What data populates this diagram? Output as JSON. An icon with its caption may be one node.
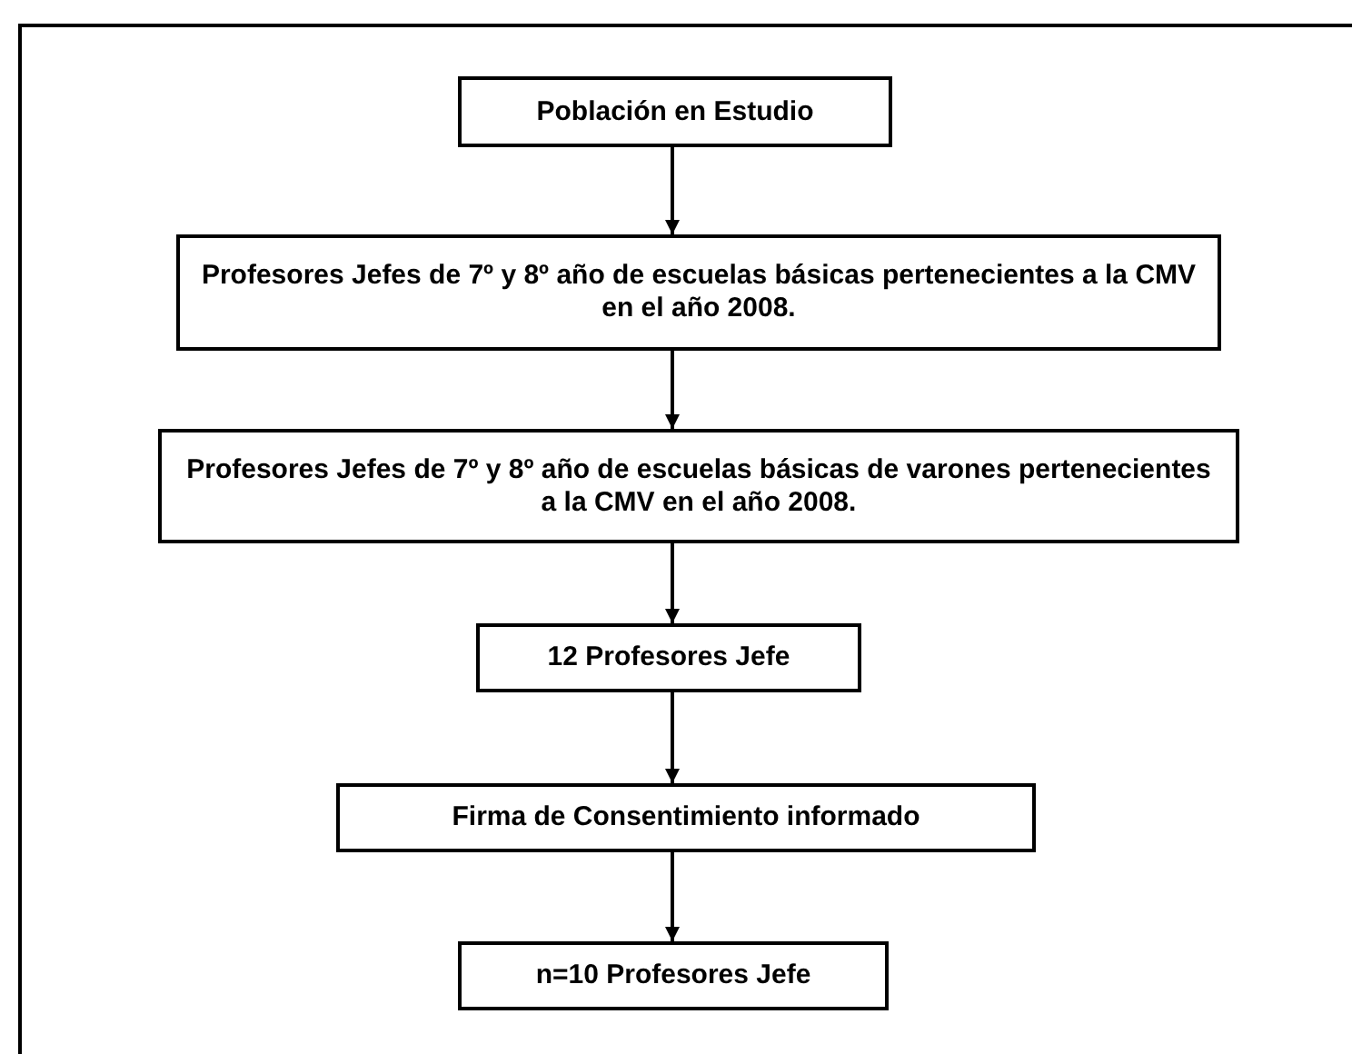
{
  "diagram": {
    "nodes": [
      {
        "text": [
          "Población en Estudio"
        ]
      },
      {
        "text": [
          "Profesores Jefes de 7º y 8º año de escuelas básicas pertenecientes a la CMV en el año 2008."
        ]
      },
      {
        "text": [
          "Profesores Jefes de 7º y 8º año de escuelas básicas de varones pertenecientes a la CMV en el año 2008."
        ]
      },
      {
        "text": [
          "12 Profesores Jefe"
        ]
      },
      {
        "text": [
          "Firma de Consentimiento informado"
        ]
      },
      {
        "text": [
          "n=10 Profesores Jefe"
        ]
      }
    ],
    "edges": [
      {
        "from": 0,
        "to": 1,
        "arrow": "to"
      },
      {
        "from": 1,
        "to": 2,
        "arrow": "to"
      },
      {
        "from": 2,
        "to": 3,
        "arrow": "to"
      },
      {
        "from": 3,
        "to": 4,
        "arrow": "to"
      },
      {
        "from": 4,
        "to": 5,
        "arrow": "to"
      }
    ]
  }
}
